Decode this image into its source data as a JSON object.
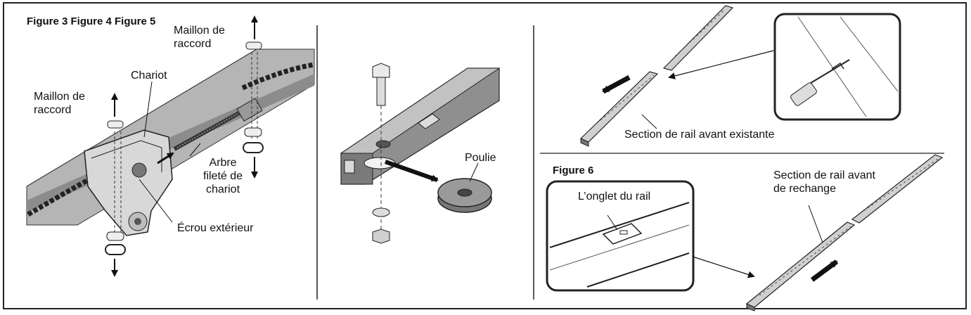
{
  "panel1": {
    "title": "Figure 3 Figure 4 Figure 5",
    "label_top_link": "Maillon de\nraccord",
    "label_chariot": "Chariot",
    "label_left_link": "Maillon de\nraccord",
    "label_shaft": "Arbre\nfileté de\nchariot",
    "label_nut": "Écrou extérieur"
  },
  "panel2": {
    "label_pulley": "Poulie"
  },
  "panel3": {
    "label_existing": "Section de rail avant existante",
    "fig6_title": "Figure 6",
    "label_tab": "L’onglet du rail",
    "label_replacement": "Section de rail avant\nde rechange"
  },
  "colors": {
    "frame": "#222222",
    "rail_fill": "#a9a9a9",
    "rail_dark": "#6e6e6e",
    "ink": "#111111"
  }
}
